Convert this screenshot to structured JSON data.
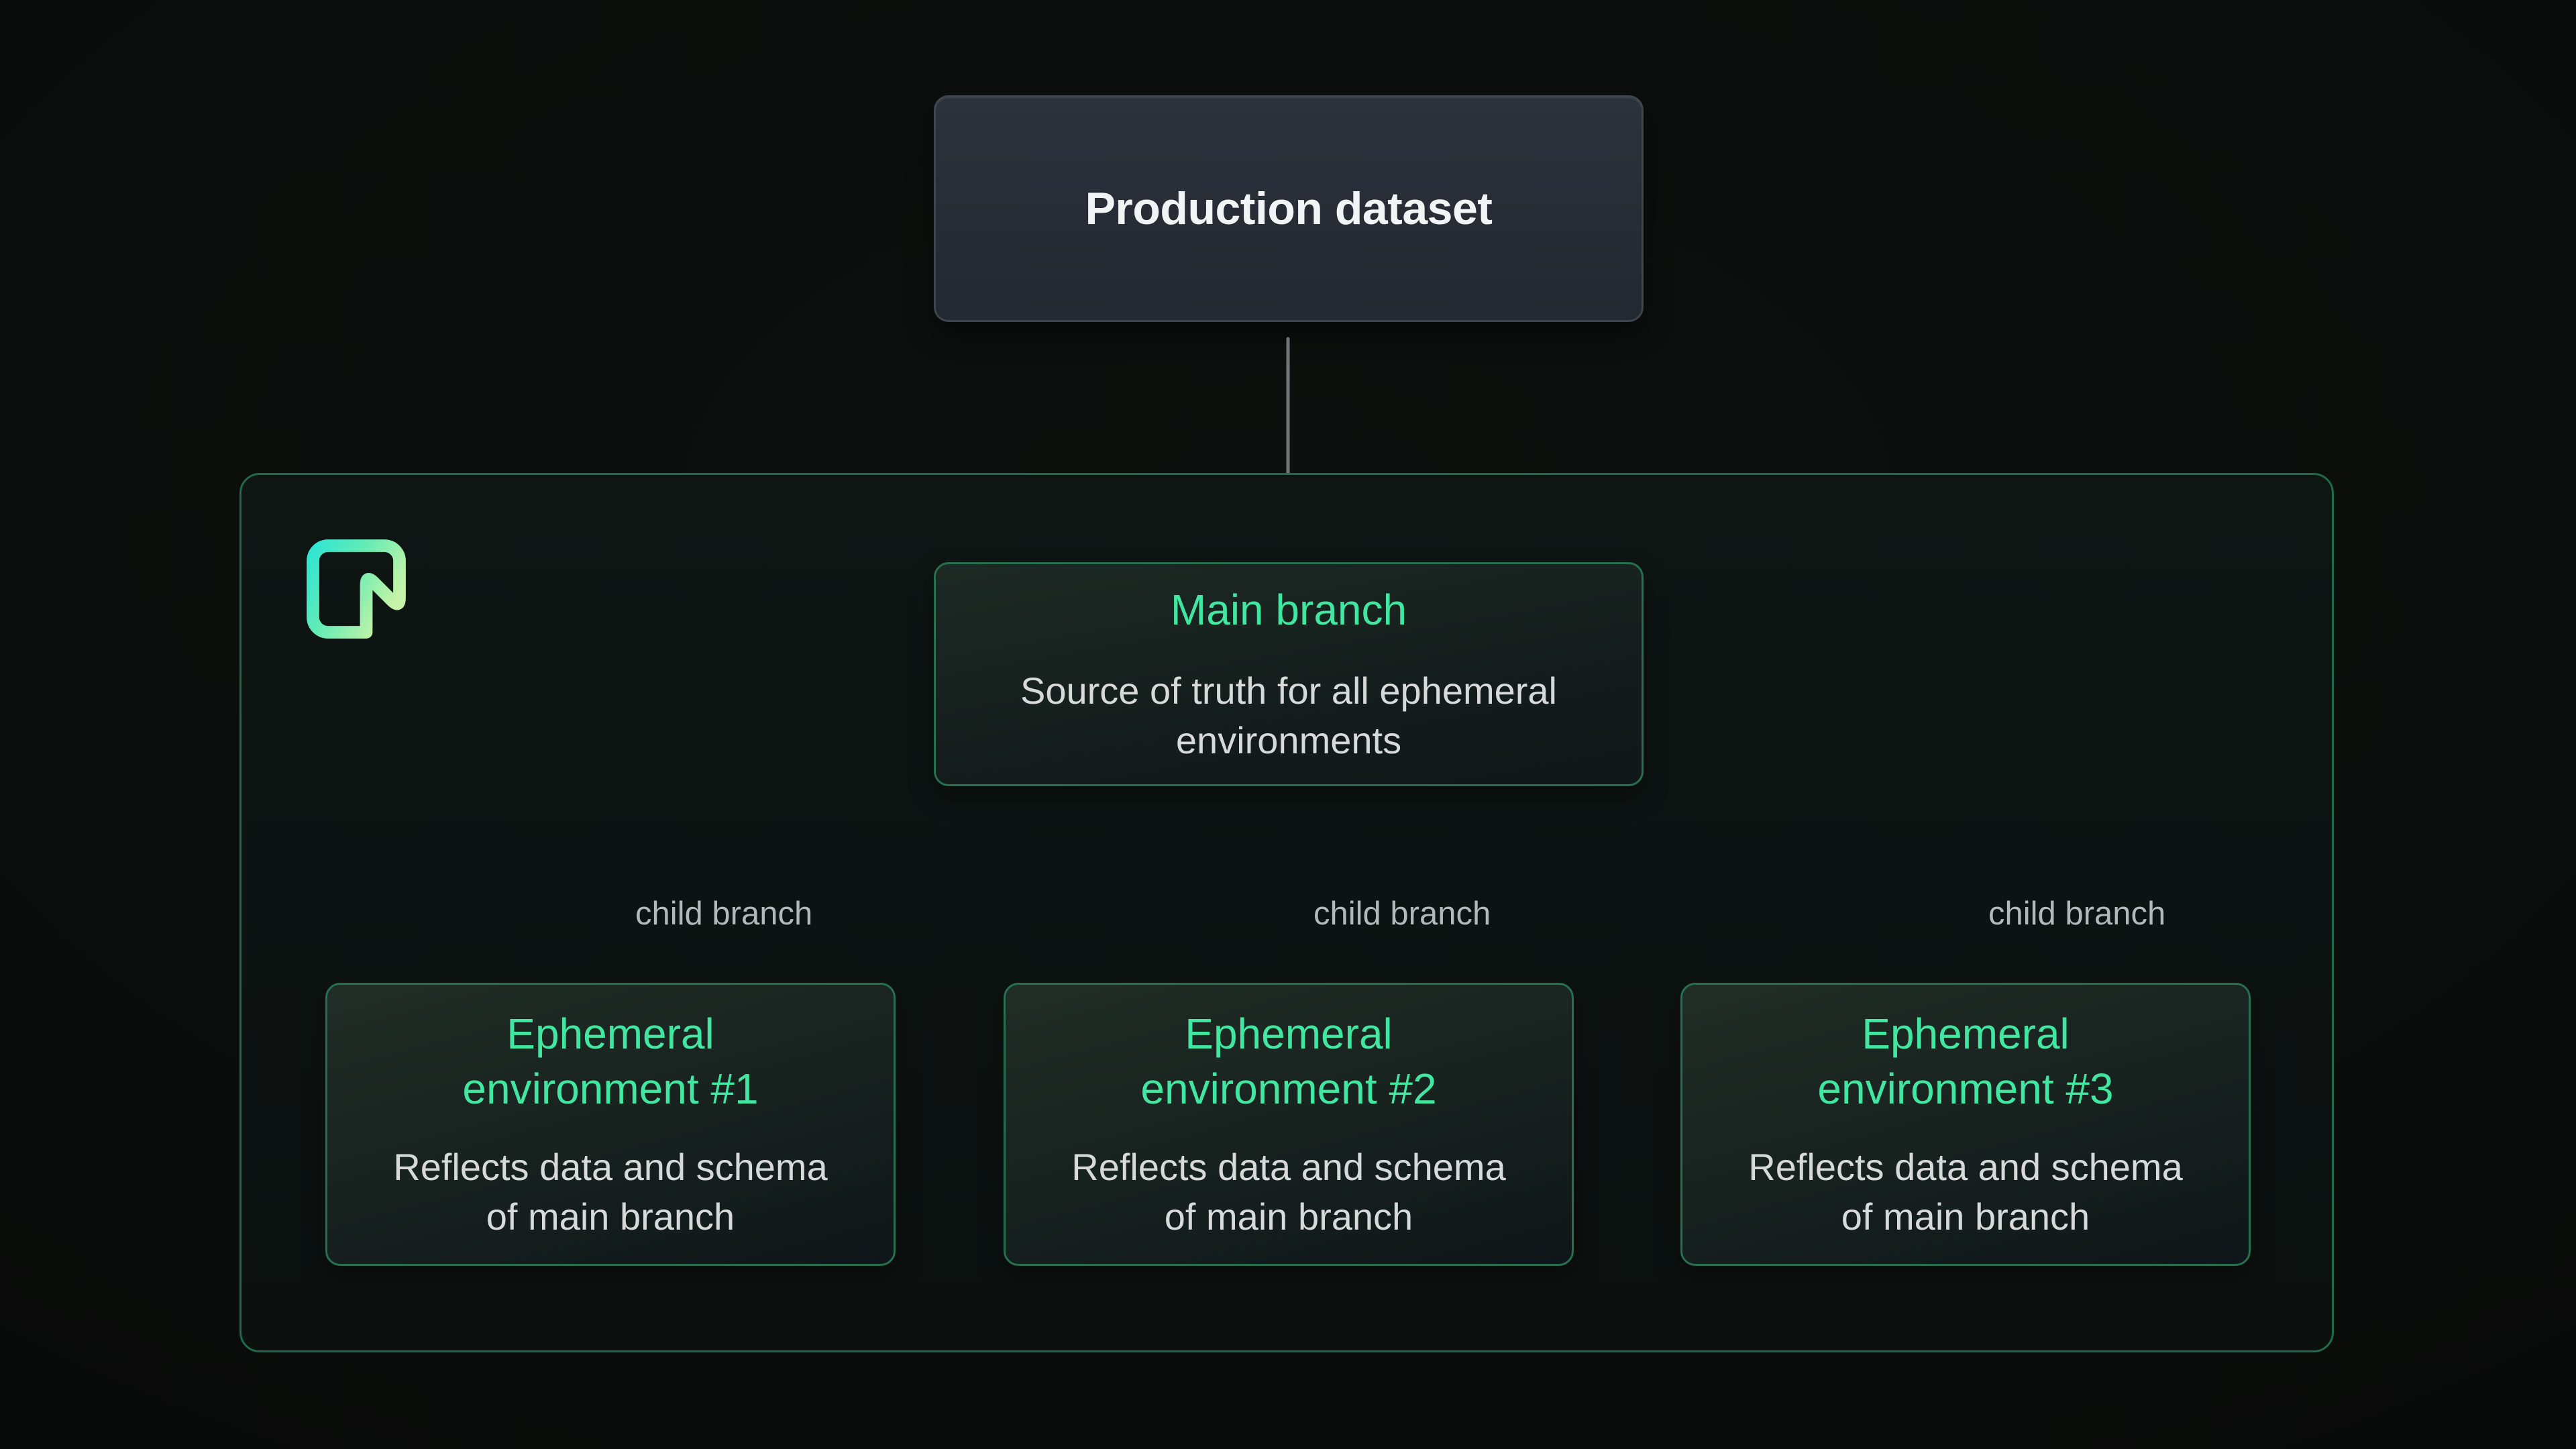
{
  "colors": {
    "bg": "#0a0c0b",
    "accent-green": "#41e7a1",
    "box-border-green": "#27704f",
    "container-border-green": "#1e6a4d",
    "arrow-gray": "#72777d",
    "label-gray": "#b3b8bd",
    "subtitle-gray": "#d7dad8",
    "production-title": "#f1f3f5",
    "production-border": "#3e454f",
    "logo-gradient-start": "#30e5d3",
    "logo-gradient-end": "#c5f3a7"
  },
  "production": {
    "title": "Production dataset"
  },
  "main_branch": {
    "title": "Main branch",
    "subtitle_lines": [
      "Source of truth for all ephemeral",
      "environments"
    ]
  },
  "branches": [
    {
      "edge_label": "child branch",
      "title_lines": [
        "Ephemeral",
        "environment #1"
      ],
      "subtitle_lines": [
        "Reflects data and schema",
        "of main branch"
      ]
    },
    {
      "edge_label": "child branch",
      "title_lines": [
        "Ephemeral",
        "environment #2"
      ],
      "subtitle_lines": [
        "Reflects data and schema",
        "of main branch"
      ]
    },
    {
      "edge_label": "child branch",
      "title_lines": [
        "Ephemeral",
        "environment #3"
      ],
      "subtitle_lines": [
        "Reflects data and schema",
        "of main branch"
      ]
    }
  ],
  "logo": {
    "name": "neon-logo"
  }
}
